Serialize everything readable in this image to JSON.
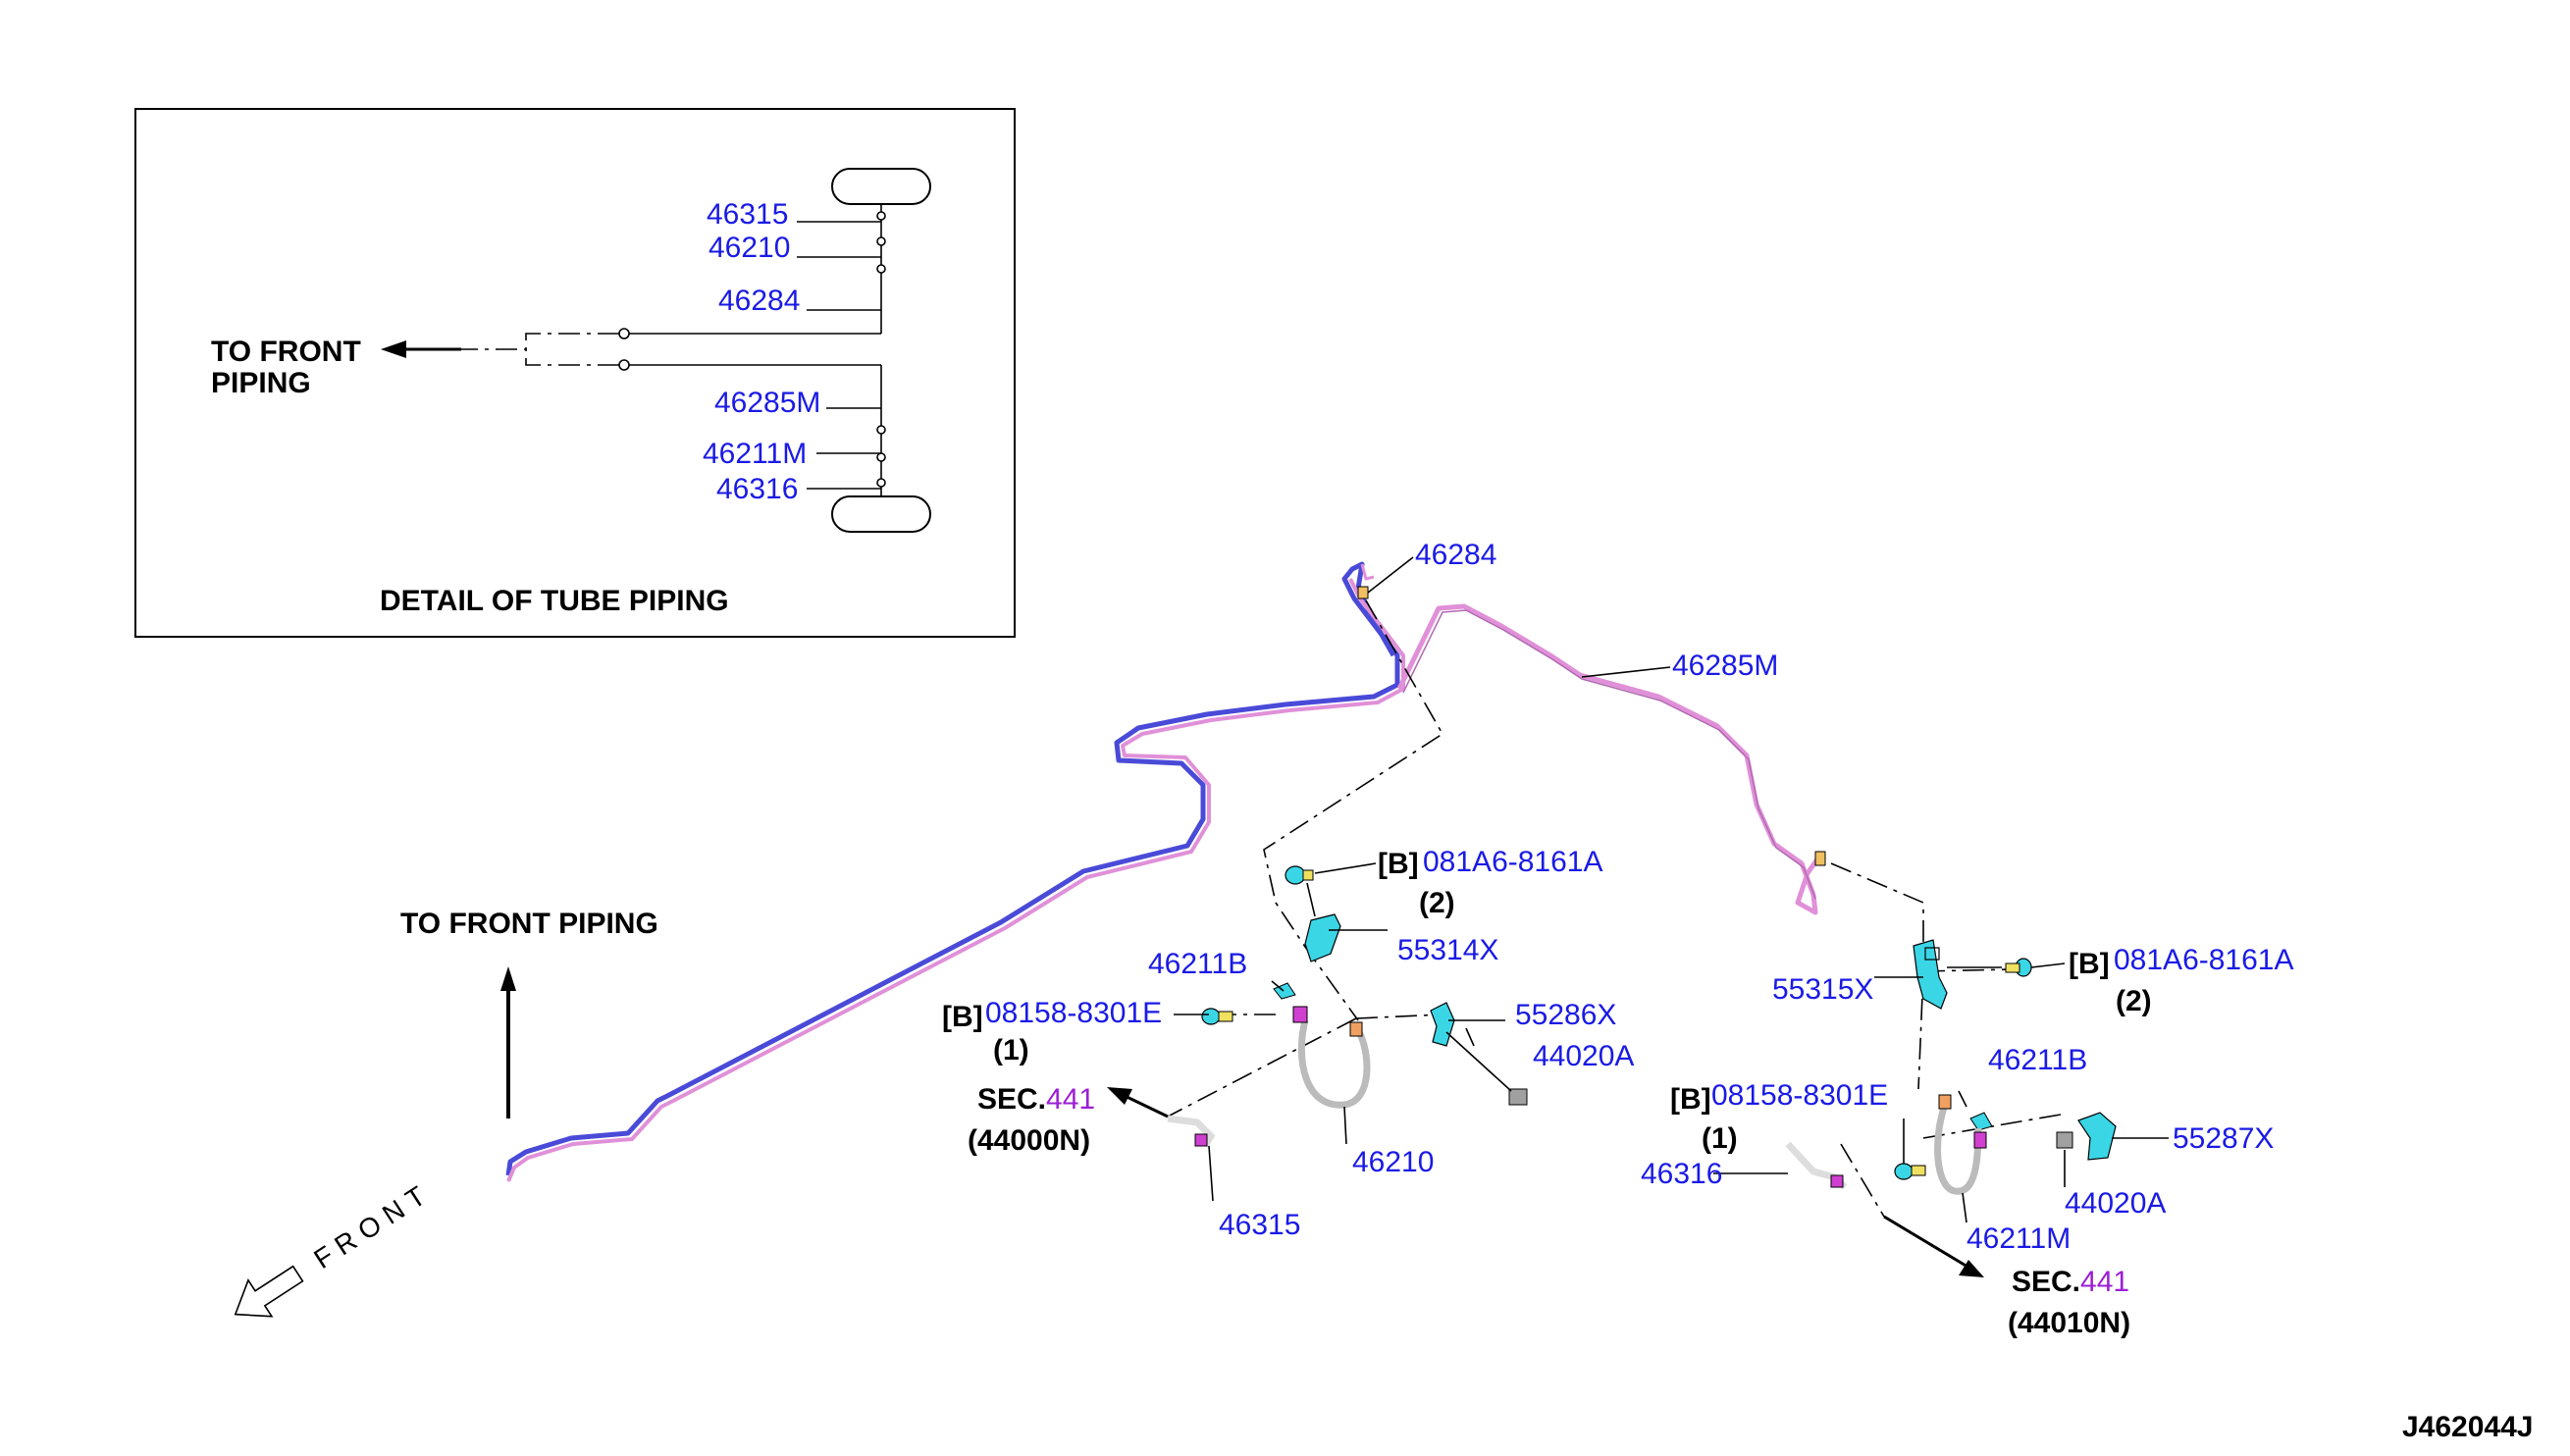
{
  "detail_box": {
    "title": "DETAIL OF TUBE PIPING",
    "to_front": [
      "TO FRONT",
      "PIPING"
    ],
    "labels": [
      "46315",
      "46210",
      "46284",
      "46285M",
      "46211M",
      "46316"
    ]
  },
  "main": {
    "to_front_piping": "TO FRONT PIPING",
    "front_label": "FRONT",
    "parts": {
      "p46284": "46284",
      "p46285M": "46285M",
      "p55314X": "55314X",
      "p46211B_left": "46211B",
      "p55286X": "55286X",
      "p44020A_left": "44020A",
      "p46210": "46210",
      "p46315": "46315",
      "p55315X": "55315X",
      "p46211B_right": "46211B",
      "p55287X": "55287X",
      "p44020A_right": "44020A",
      "p46316": "46316",
      "p46211M": "46211M"
    },
    "bolts": {
      "left_top": {
        "tag": "[B]",
        "code": "081A6-8161A",
        "qty": "(2)"
      },
      "left_bottom": {
        "tag": "[B]",
        "code": "08158-8301E",
        "qty": "(1)"
      },
      "right_top": {
        "tag": "[B]",
        "code": "081A6-8161A",
        "qty": "(2)"
      },
      "right_bottom": {
        "tag": "[B]",
        "code": "08158-8301E",
        "qty": "(1)"
      }
    },
    "sections": {
      "left": {
        "prefix": "SEC.",
        "num": "441",
        "code": "(44000N)"
      },
      "right": {
        "prefix": "SEC.",
        "num": "441",
        "code": "(44010N)"
      }
    }
  },
  "drawing_id": "J462044J",
  "colors": {
    "part_number": "#1a1ae6",
    "section_number": "#9b1fd6",
    "tube_pink": "#e090d8",
    "tube_blue": "#4a4ad8",
    "bracket_cyan": "#3ad6e6",
    "clip_magenta": "#d040d0"
  }
}
